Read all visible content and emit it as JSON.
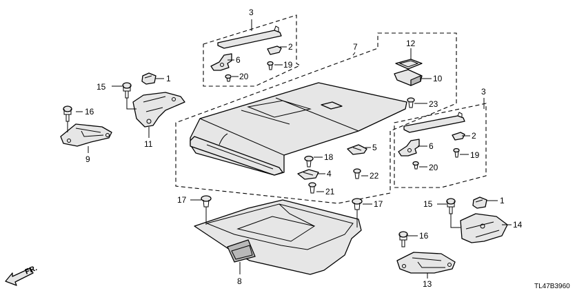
{
  "diagram_code": "TL47B3960",
  "direction": {
    "label": "FR.",
    "icon": "front-arrow-icon"
  },
  "callouts": [
    {
      "id": "c3a",
      "label": "3"
    },
    {
      "id": "c2a",
      "label": "2"
    },
    {
      "id": "c6a",
      "label": "6"
    },
    {
      "id": "c19a",
      "label": "19"
    },
    {
      "id": "c20a",
      "label": "20"
    },
    {
      "id": "c7",
      "label": "7"
    },
    {
      "id": "c12",
      "label": "12"
    },
    {
      "id": "c10",
      "label": "10"
    },
    {
      "id": "c23",
      "label": "23"
    },
    {
      "id": "c1a",
      "label": "1"
    },
    {
      "id": "c15a",
      "label": "15"
    },
    {
      "id": "c16a",
      "label": "16"
    },
    {
      "id": "c11",
      "label": "11"
    },
    {
      "id": "c9",
      "label": "9"
    },
    {
      "id": "c3b",
      "label": "3"
    },
    {
      "id": "c2b",
      "label": "2"
    },
    {
      "id": "c6b",
      "label": "6"
    },
    {
      "id": "c19b",
      "label": "19"
    },
    {
      "id": "c20b",
      "label": "20"
    },
    {
      "id": "c18",
      "label": "18"
    },
    {
      "id": "c5",
      "label": "5"
    },
    {
      "id": "c4",
      "label": "4"
    },
    {
      "id": "c22",
      "label": "22"
    },
    {
      "id": "c21",
      "label": "21"
    },
    {
      "id": "c17a",
      "label": "17"
    },
    {
      "id": "c17b",
      "label": "17"
    },
    {
      "id": "c8",
      "label": "8"
    },
    {
      "id": "c15b",
      "label": "15"
    },
    {
      "id": "c1b",
      "label": "1"
    },
    {
      "id": "c14",
      "label": "14"
    },
    {
      "id": "c16b",
      "label": "16"
    },
    {
      "id": "c13",
      "label": "13"
    }
  ]
}
